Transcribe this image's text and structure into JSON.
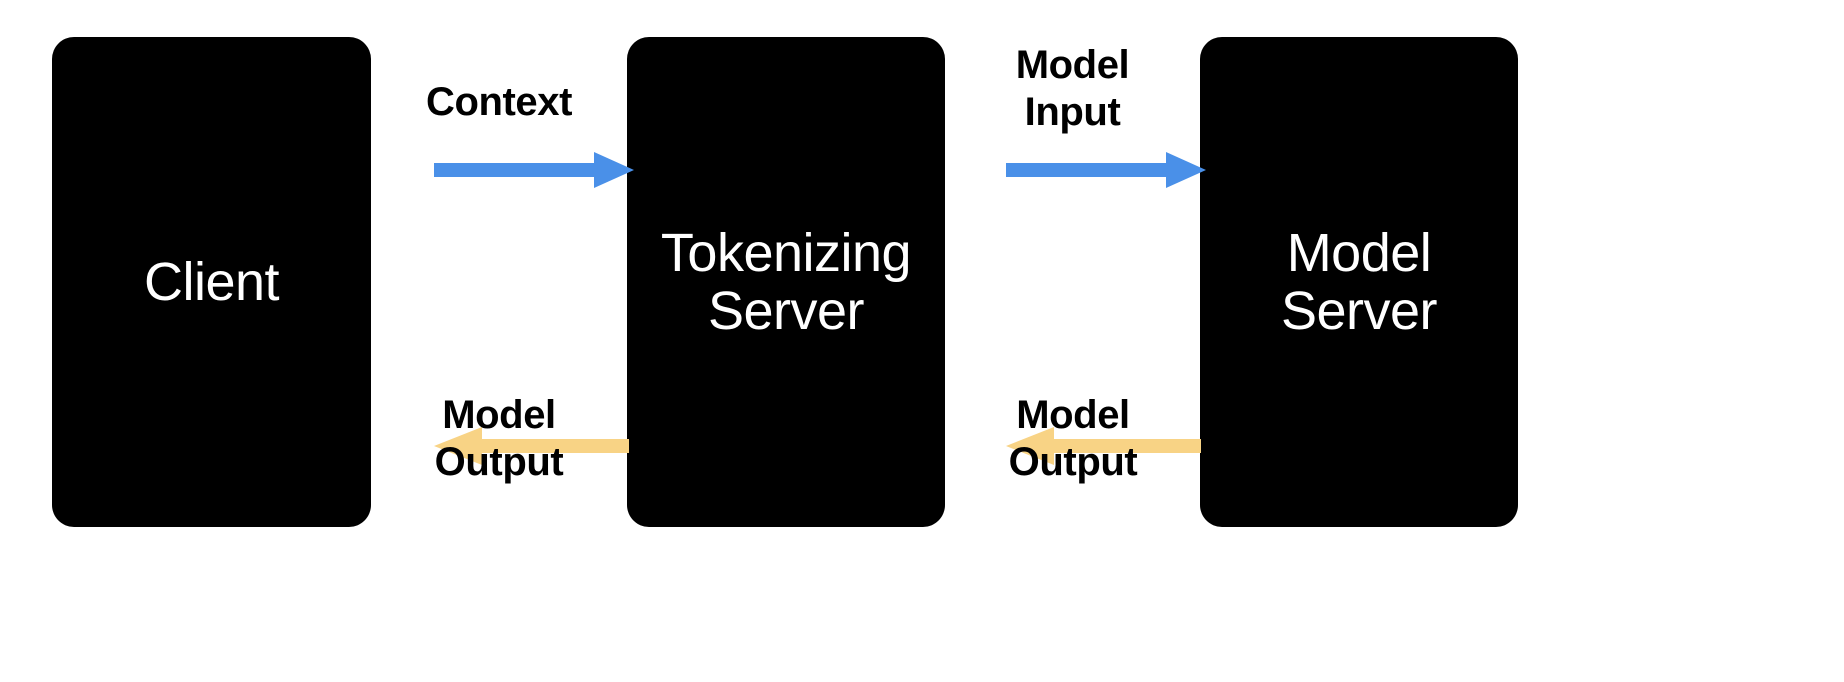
{
  "diagram": {
    "title": "Client / Tokenizing Server / Model Server request flow",
    "type": "flow-diagram",
    "background_color": "#FFFFFF",
    "node_color": "#000000",
    "node_text_color": "#FFFFFF",
    "request_arrow_color": "#4A90E8",
    "response_arrow_color": "#F8D385",
    "nodes": [
      {
        "id": "client",
        "label": "Client"
      },
      {
        "id": "tokenizer",
        "label": "Tokenizing\nServer"
      },
      {
        "id": "modelserver",
        "label": "Model\nServer"
      }
    ],
    "edges": [
      {
        "id": "context",
        "label": "Context",
        "from": "client",
        "to": "tokenizer",
        "direction": "right",
        "color": "#4A90E8",
        "label_position": "above"
      },
      {
        "id": "model-input",
        "label": "Model\nInput",
        "from": "tokenizer",
        "to": "modelserver",
        "direction": "right",
        "color": "#4A90E8",
        "label_position": "above"
      },
      {
        "id": "model-output-left",
        "label": "Model\nOutput",
        "from": "tokenizer",
        "to": "client",
        "direction": "left",
        "color": "#F8D385",
        "label_position": "below"
      },
      {
        "id": "model-output-right",
        "label": "Model\nOutput",
        "from": "modelserver",
        "to": "tokenizer",
        "direction": "left",
        "color": "#F8D385",
        "label_position": "below"
      }
    ]
  }
}
